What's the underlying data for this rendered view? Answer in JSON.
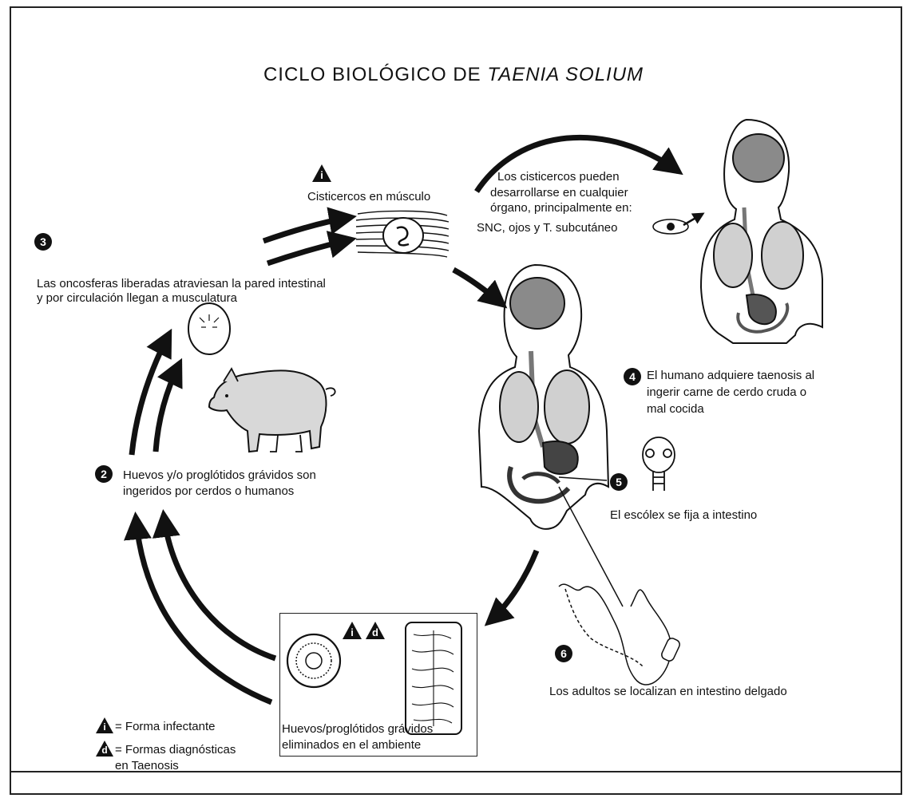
{
  "title": {
    "prefix": "CICLO BIOLÓGICO DE ",
    "species": "TAENIA SOLIUM"
  },
  "steps": {
    "s1": {
      "symbol": "i",
      "label": "Cisticercos   en músculo"
    },
    "organs_note": [
      "Los cisticercos  pueden",
      "desarrollarse  en cualquier",
      "órgano, principalmente en:",
      "SNC, ojos y T. subcutáneo"
    ],
    "s3": {
      "number": "3",
      "lines": [
        "Las oncosferas liberadas atraviesan la pared intestinal",
        "y  por circulación llegan a musculatura"
      ]
    },
    "s4": {
      "number": "4",
      "lines": [
        "El humano adquiere taenosis al",
        "ingerir carne de cerdo cruda o",
        "mal cocida"
      ]
    },
    "s2": {
      "number": "2",
      "lines": [
        "Huevos y/o proglótidos grávidos son",
        "ingeridos por cerdos o humanos"
      ]
    },
    "s5": {
      "number": "5",
      "label": "El escólex se fija a intestino"
    },
    "s6": {
      "number": "6",
      "label": "Los adultos se localizan en intestino delgado"
    },
    "eggs_box": {
      "symbol_i": "i",
      "symbol_d": "d",
      "lines": [
        "Huevos/proglótidos grávidos",
        "eliminados en el ambiente"
      ]
    }
  },
  "legend": {
    "infectante": {
      "symbol": "i",
      "label": "= Forma infectante"
    },
    "diagnostica": {
      "symbol": "d",
      "lines": [
        "= Formas diagnósticas",
        "en Taenosis"
      ]
    }
  },
  "colors": {
    "ink": "#111111",
    "organ_gray": "#777777",
    "brain_gray": "#8a8a8a",
    "pig_fill": "#d8d8d8"
  }
}
